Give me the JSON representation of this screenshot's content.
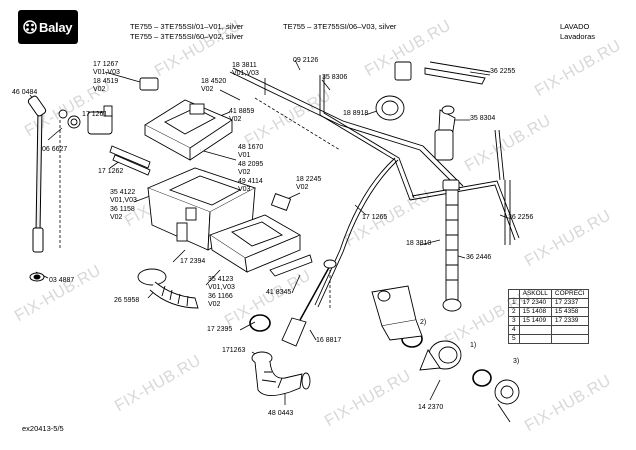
{
  "brand": "Balay",
  "header": {
    "line1_a": "TE755 –  3TE755SI/01–V01, silver",
    "line1_b": "TE755 –  3TE755SI/06–V03, silver",
    "line2_a": "TE755 –  3TE755SI/60–V02, silver",
    "right1": "LAVADO",
    "right2": "Lavadoras"
  },
  "watermark": "FIX-HUB.RU",
  "footer": "ex20413-5/5",
  "labels": {
    "l171267": "17 1267\nV01,V03\n18 4519\nV02",
    "l460484": "46 0484",
    "l171261": "17 1261",
    "l066627": "06 6627",
    "l171262": "17 1262",
    "l034887": "03 4887",
    "l183811": "18 3811\nV01,V03",
    "l184520": "18 4520\nV02",
    "l092126": "09 2126",
    "l358306": "35 8306",
    "l362255": "36 2255",
    "l418859": "41 8859\nV02",
    "l189918": "18 8918",
    "l358304": "35 8304",
    "l481670": "48 1670\nV01\n48 2095\nV02\n49 4114\nV03",
    "l182245": "18 2245\nV02",
    "l354122": "35 4122\nV01,V03\n36 1158\nV02",
    "l171265": "17 1265",
    "l362256": "36 2256",
    "l183810": "18 3810",
    "l362446": "36 2446",
    "l172394": "17 2394",
    "l354123": "35 4123\nV01,V03\n36 1166\nV02",
    "l265958": "26 5958",
    "l418345": "41 8345",
    "l172395": "17 2395",
    "l168817": "16 8817",
    "l171263": "171263",
    "l480443": "48 0443",
    "l142370": "14 2370",
    "n1": "1)",
    "n2": "2)",
    "n3": "3)"
  },
  "table": {
    "headers": [
      "",
      "ASKOLL",
      "COPRECI"
    ],
    "rows": [
      [
        "1",
        "17 2340",
        "17 2337"
      ],
      [
        "2",
        "15 1408",
        "15 4358"
      ],
      [
        "3",
        "15 1409",
        "17 2339"
      ],
      [
        "4",
        "",
        ""
      ],
      [
        "5",
        "",
        ""
      ]
    ]
  }
}
